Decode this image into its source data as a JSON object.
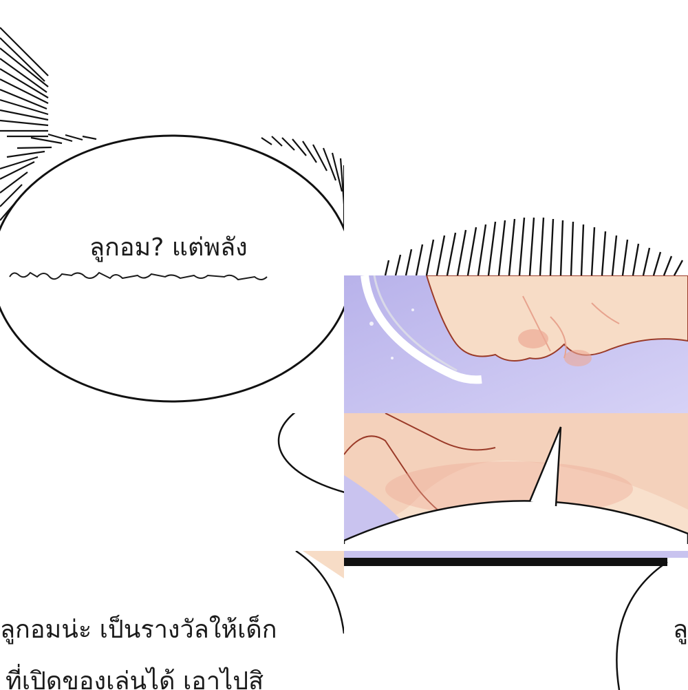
{
  "panels": {
    "top_left": {
      "caption": "ลูกอม? แต่พลัง"
    },
    "bottom_left": {
      "line1": "ลูกอมน่ะ เป็นรางวัลให้เด็ก",
      "line2": "ที่เปิดของเล่นได้ เอาไปสิ"
    },
    "bottom_right": {
      "fragment": "ลู"
    }
  },
  "colors": {
    "ink": "#1b1b1b",
    "skin": "#f7dcc6",
    "blush": "#eda995",
    "lavender": "#c8c2ef",
    "outline": "#9a3a28"
  }
}
